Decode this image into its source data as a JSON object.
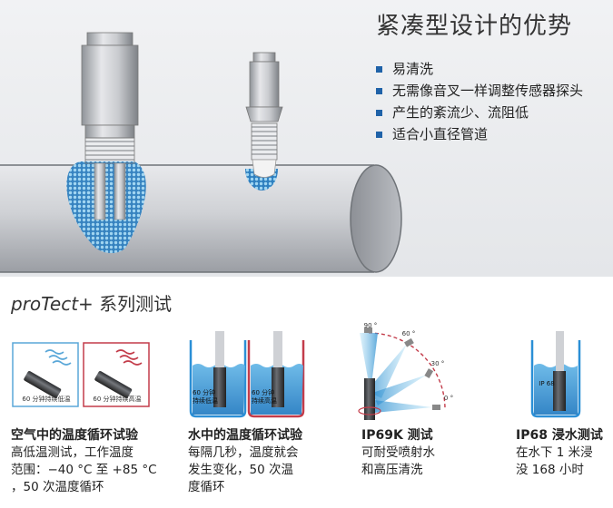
{
  "top": {
    "title": "紧凑型设计的优势",
    "benefits": [
      "易清洗",
      "无需像音叉一样调整传感器探头",
      "产生的紊流少、流阻低",
      "适合小直径管道"
    ]
  },
  "bottom": {
    "title_brand": "proTect+",
    "title_rest": " 系列测试",
    "panels": [
      {
        "title": "空气中的温度循环试验",
        "lines": [
          "高低温测试，工作温度",
          "范围：−40 °C 至 +85 °C",
          "，50 次温度循环"
        ],
        "box_labels": [
          "60 分钟持续低温",
          "60 分钟持续高温"
        ]
      },
      {
        "title": "水中的温度循环试验",
        "lines": [
          "每隔几秒，温度就会",
          "发生变化，50 次温",
          "度循环"
        ],
        "tank_labels": [
          "60 分钟\n持续低温",
          "60 分钟\n持续高温"
        ]
      },
      {
        "title": "IP69K 测试",
        "lines": [
          "可耐受喷射水",
          "和高压清洗"
        ],
        "angles": [
          "90 °",
          "60 °",
          "30 °",
          "0 °"
        ]
      },
      {
        "title": "IP68 浸水测试",
        "lines": [
          "在水下 1 米浸",
          "没 168 小时"
        ],
        "tank_label": "IP 68"
      }
    ]
  },
  "colors": {
    "accent_blue": "#1f62a8",
    "water_blue": "#2b8fd6",
    "cold_box": "#5aa7d8",
    "hot_box": "#c33c4a",
    "spray_blue": "#6fc3ea"
  }
}
